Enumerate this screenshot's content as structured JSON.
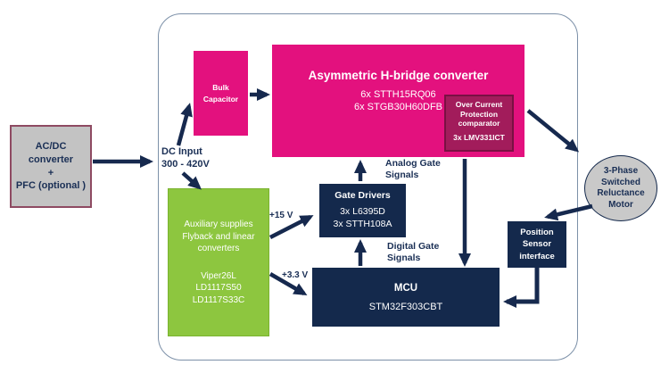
{
  "colors": {
    "magenta": "#E3117E",
    "ocp_fill": "#A21C5B",
    "ocp_border": "#7A1043",
    "green": "#8DC63F",
    "green_border": "#7AB32F",
    "navy": "#14294C",
    "gray_box": "#C3C3C3",
    "gray_border": "#8E4A62",
    "motor_fill": "#C9C9C9",
    "arrow": "#16294E",
    "container_border": "#7C90A8",
    "label_text": "#1A2F55"
  },
  "external_blocks": {
    "acdc_converter": {
      "label": "AC/DC\nconverter\n+\nPFC (optional )"
    },
    "motor": {
      "label": "3-Phase\nSwitched\nReluctance\nMotor"
    }
  },
  "blocks": {
    "bulk_capacitor": {
      "label": "Bulk\nCapacitor"
    },
    "h_bridge": {
      "title": "Asymmetric H-bridge converter",
      "parts": "6x STTH15RQ06\n6x STGB30H60DFB"
    },
    "over_current_protection": {
      "title": "Over Current\nProtection\ncomparator",
      "parts": "3x LMV331ICT"
    },
    "auxiliary_supplies": {
      "title": "Auxiliary supplies\nFlyback and linear\nconverters",
      "parts": "Viper26L\nLD1117S50\nLD1117S33C"
    },
    "gate_drivers": {
      "title": "Gate Drivers",
      "parts": "3x L6395D\n3x STTH108A"
    },
    "mcu": {
      "title": "MCU",
      "parts": "STM32F303CBT"
    },
    "position_sensor": {
      "label": "Position\nSensor\ninterface"
    }
  },
  "labels": {
    "dc_input": "DC Input\n300 - 420V",
    "analog_gate": "Analog Gate\nSignals",
    "digital_gate": "Digital Gate\nSignals",
    "rail_15v": "+15 V",
    "rail_3v3": "+3.3 V"
  }
}
